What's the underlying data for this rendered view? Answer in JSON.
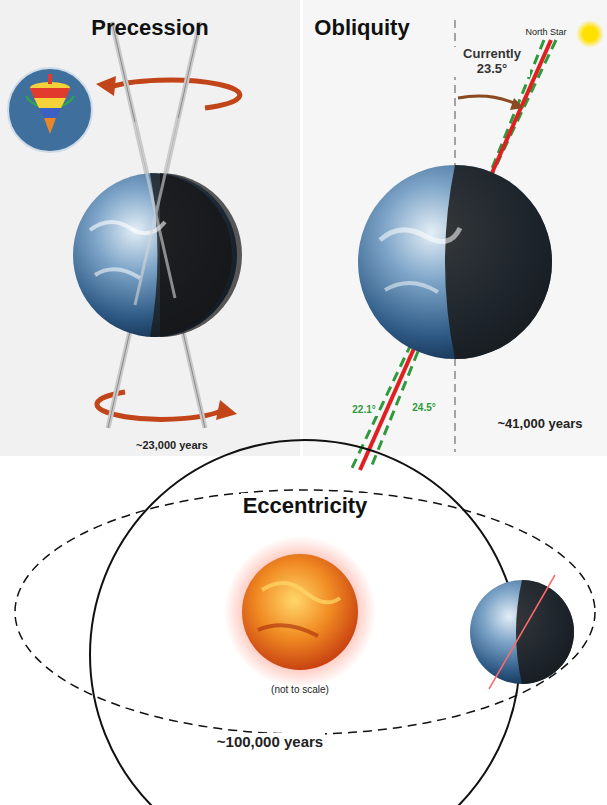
{
  "diagram": {
    "labels": [
      "Precession",
      "~23,000 years",
      "Obliquity",
      "North Star",
      "Currently 23.5°",
      "22.1°",
      "24.5°",
      "~41,000 years",
      "Eccentricity",
      "(not to scale)",
      "~100,000 years"
    ]
  }
}
